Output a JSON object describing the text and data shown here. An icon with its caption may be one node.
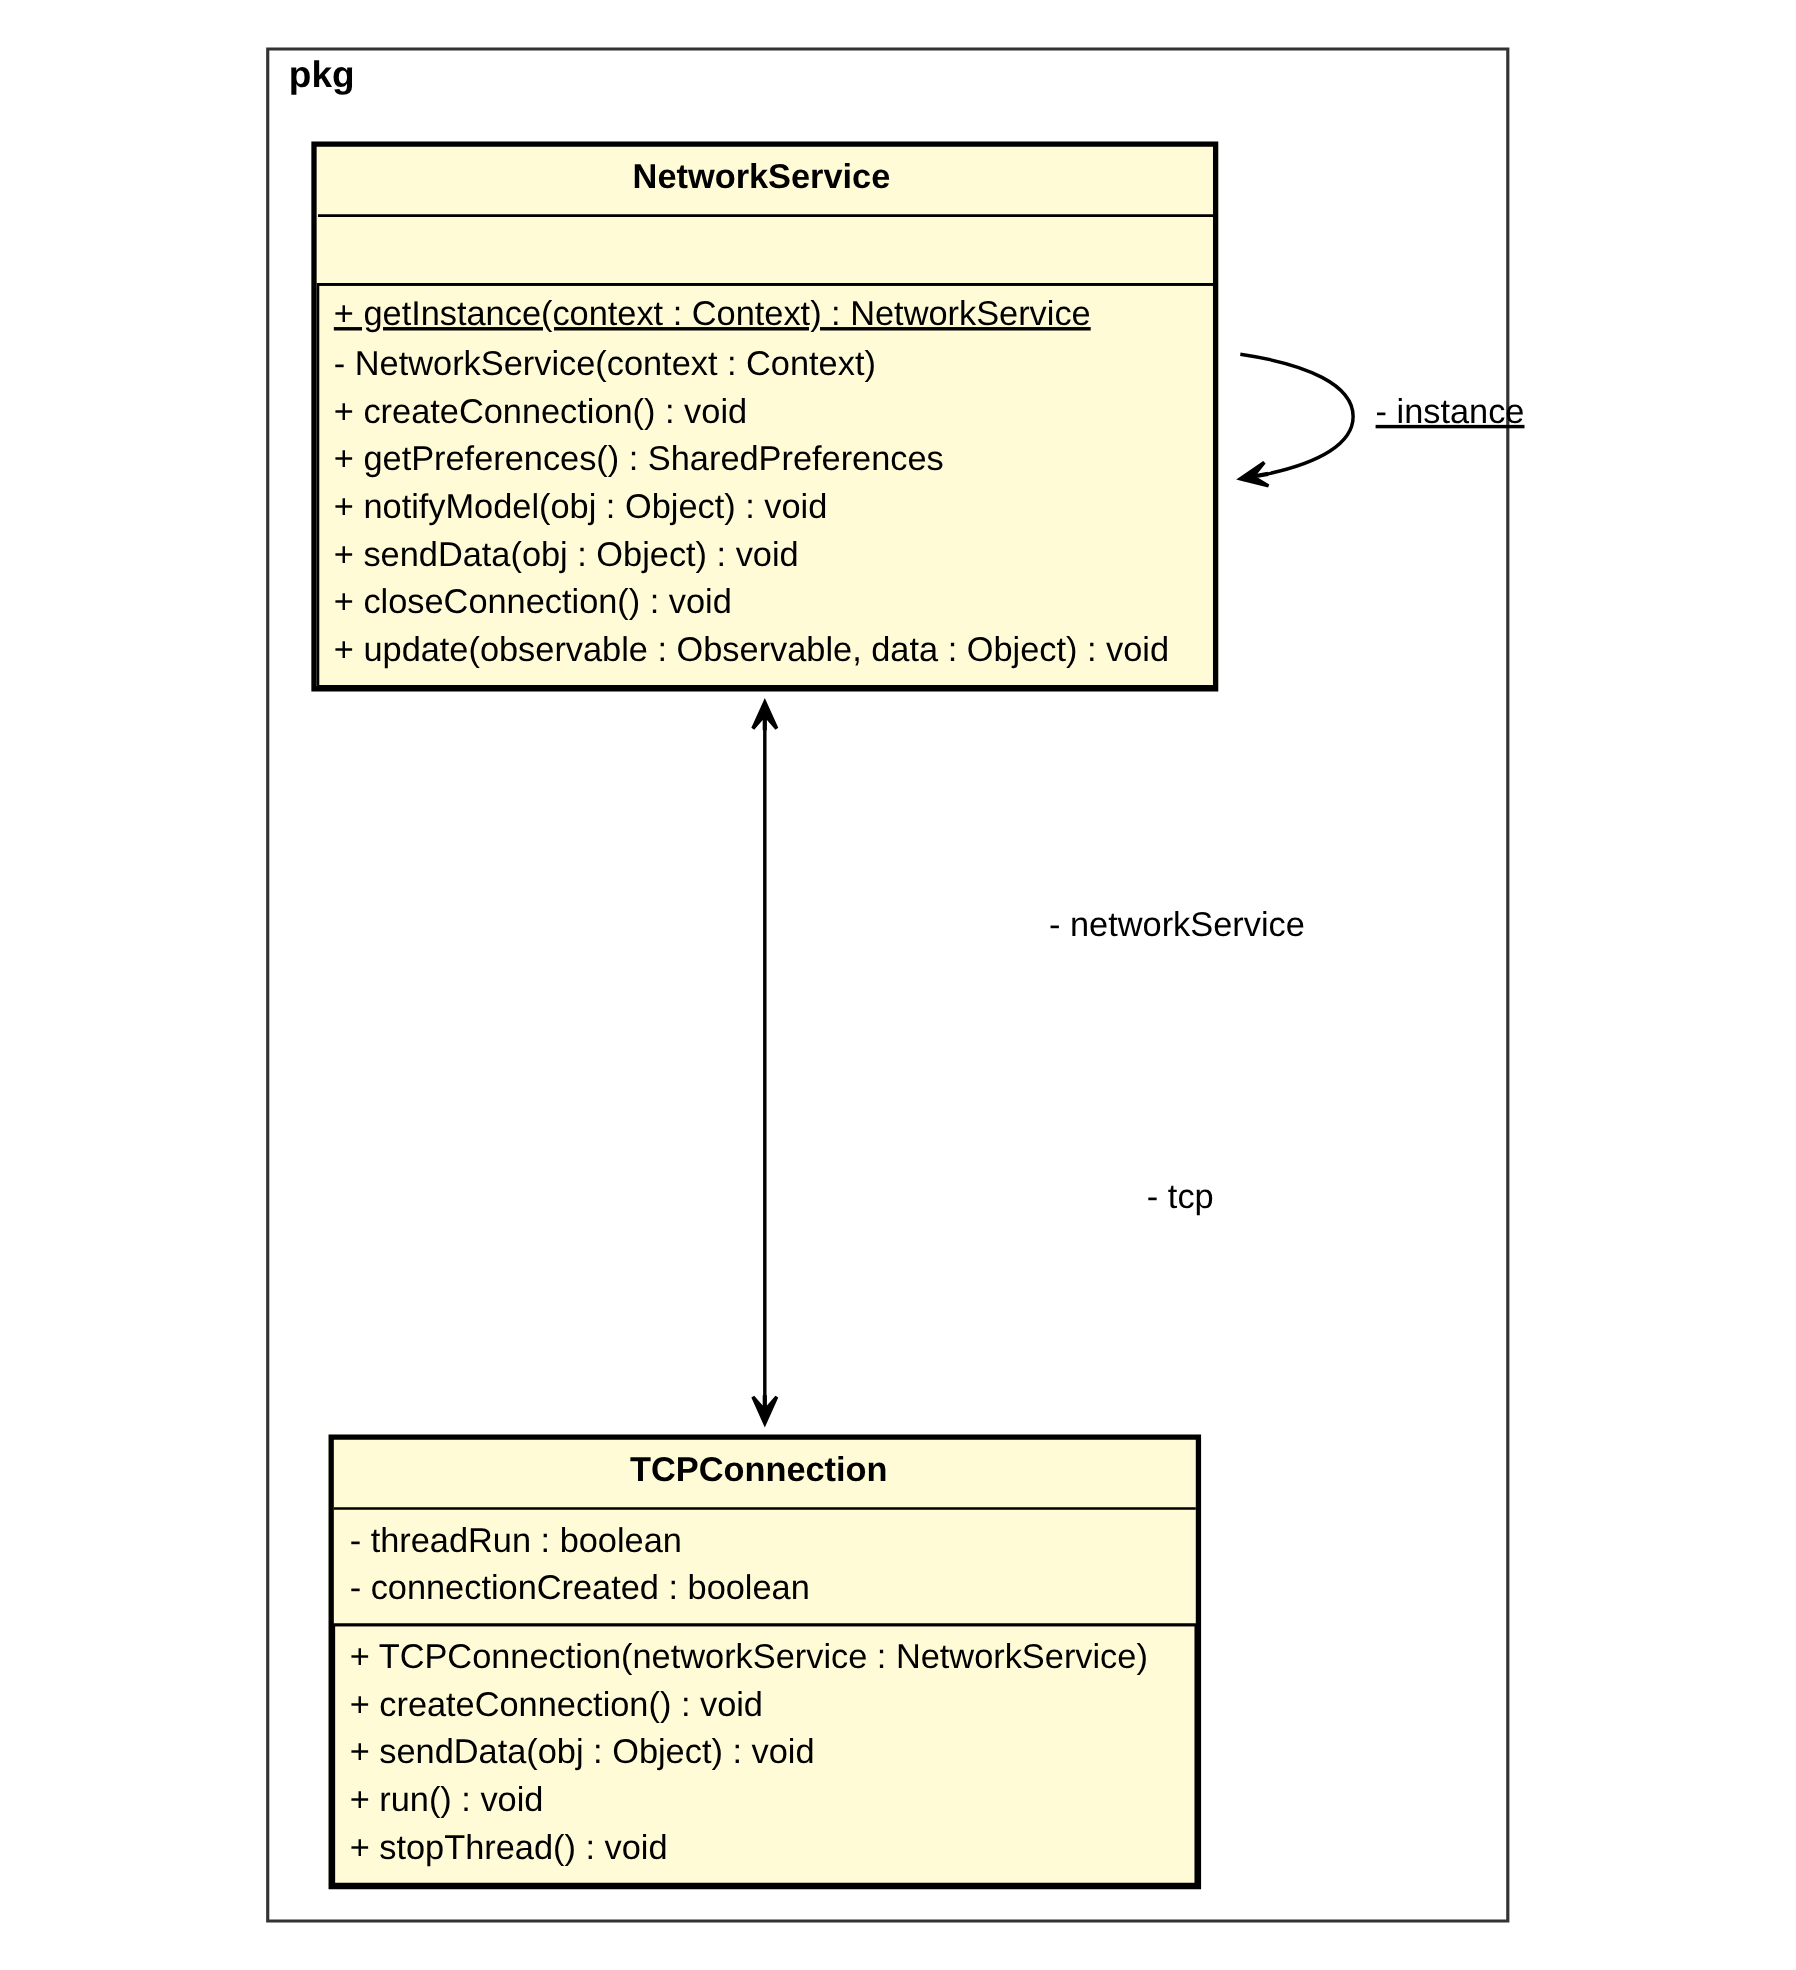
{
  "diagram": {
    "nodes": [
      {
        "text": [
          "pkg"
        ]
      },
      {
        "text": [
          "NetworkService",
          "+ getInstance(context : Context) : NetworkService",
          "- NetworkService(context : Context)",
          "+ createConnection() : void",
          "+ getPreferences() : SharedPreferences",
          "+ notifyModel(obj : Object) : void",
          "+ sendData(obj : Object) : void",
          "+ closeConnection() : void",
          "+ update(observable : Observable, data : Object) : void"
        ],
        "in": 0
      },
      {
        "text": [
          "TCPConnection",
          "- threadRun : boolean",
          "- connectionCreated : boolean",
          "+ TCPConnection(networkService : NetworkService)",
          "+ createConnection() : void",
          "+ sendData(obj : Object) : void",
          "+ run() : void",
          "+ stopThread() : void"
        ],
        "in": 0
      }
    ],
    "edges": [
      {
        "from": 1,
        "to": 1,
        "arrow": "to",
        "label": "- instance"
      },
      {
        "from": 1,
        "to": 2,
        "arrow": "both"
      }
    ],
    "labels": [
      "- networkService",
      "- tcp"
    ]
  }
}
